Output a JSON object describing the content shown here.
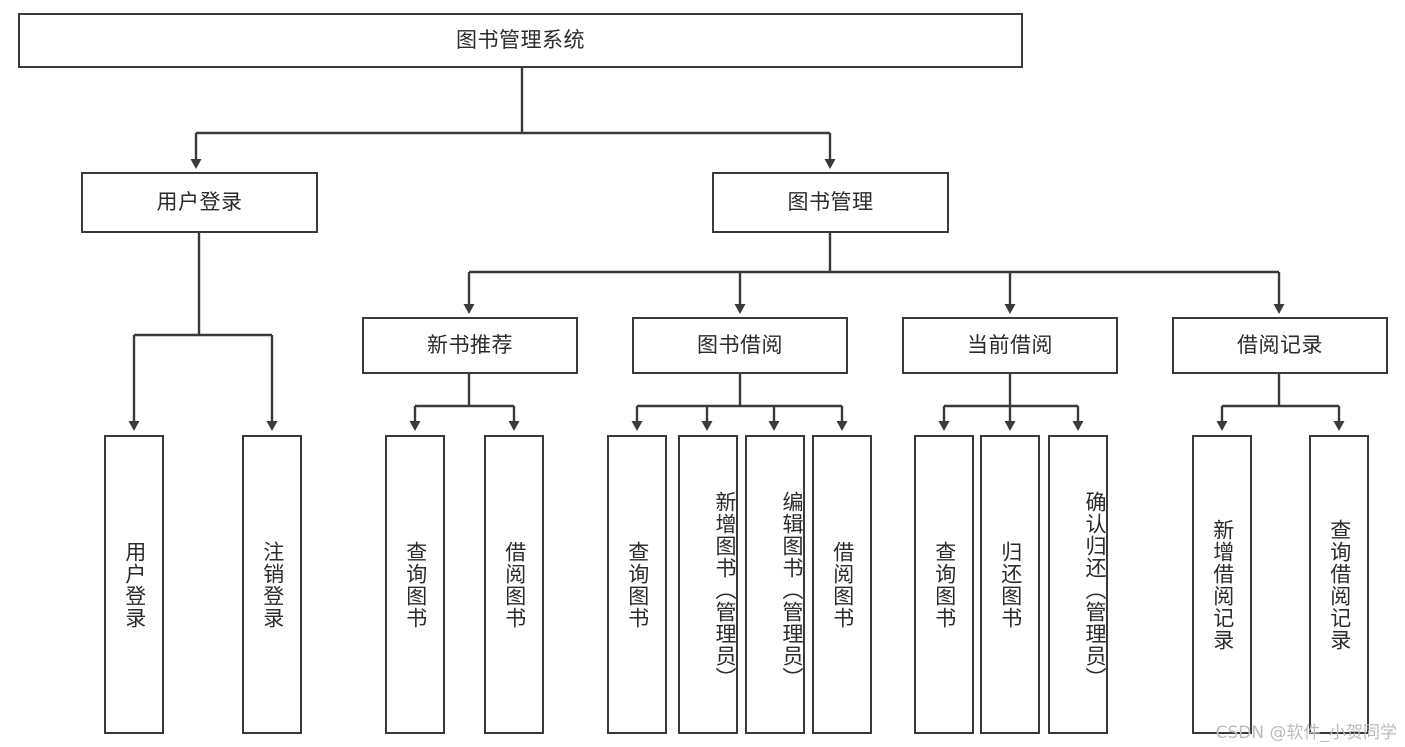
{
  "diagram": {
    "title": "图书管理系统",
    "type": "tree-hierarchy-diagram",
    "root": {
      "label": "图书管理系统"
    },
    "level1": [
      {
        "label": "用户登录"
      },
      {
        "label": "图书管理"
      }
    ],
    "level2": [
      {
        "label": "新书推荐",
        "parent": "图书管理"
      },
      {
        "label": "图书借阅",
        "parent": "图书管理"
      },
      {
        "label": "当前借阅",
        "parent": "图书管理"
      },
      {
        "label": "借阅记录",
        "parent": "图书管理"
      }
    ],
    "leaves": {
      "user_login": [
        {
          "label": "用户登录"
        },
        {
          "label": "注销登录"
        }
      ],
      "new_book_recommend": [
        {
          "label": "查询图书"
        },
        {
          "label": "借阅图书"
        }
      ],
      "book_borrow": [
        {
          "label": "查询图书"
        },
        {
          "label": "新增图书（管理员）"
        },
        {
          "label": "编辑图书（管理员）"
        },
        {
          "label": "借阅图书"
        }
      ],
      "current_borrow": [
        {
          "label": "查询图书"
        },
        {
          "label": "归还图书"
        },
        {
          "label": "确认归还（管理员）"
        }
      ],
      "borrow_records": [
        {
          "label": "新增借阅记录"
        },
        {
          "label": "查询借阅记录"
        }
      ]
    }
  },
  "watermark": {
    "text": "CSDN @软件_小贺同学"
  },
  "colors": {
    "border": "#3a3a3a",
    "text": "#2b2b2b",
    "background": "#ffffff",
    "watermark": "#b9bcc2"
  }
}
